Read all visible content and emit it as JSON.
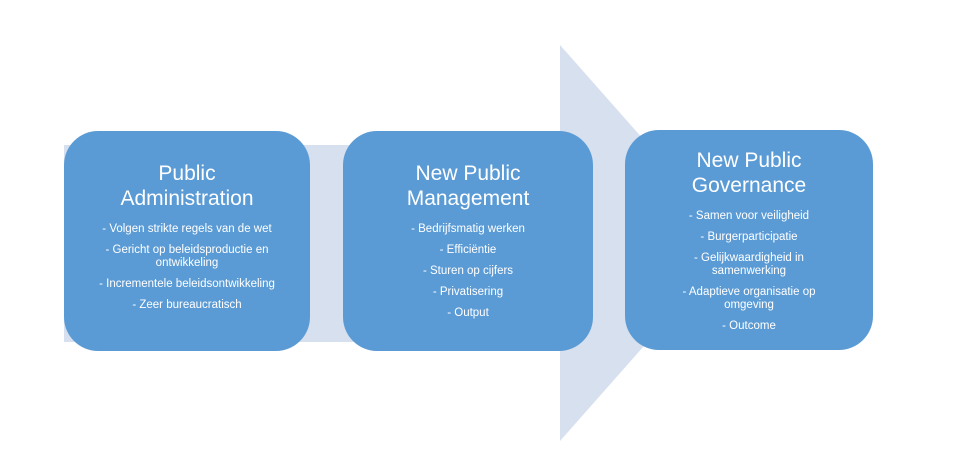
{
  "diagram": {
    "type": "basic-chevron-process",
    "colors": {
      "box": "#5b9bd5",
      "arrow": "#d6e0ef",
      "text": "#ffffff",
      "background": "#ffffff"
    },
    "stages": [
      {
        "title": "Public\nAdministration",
        "items": [
          "- Volgen strikte regels van de wet",
          "- Gericht op beleidsproductie en\nontwikkeling",
          "- Incrementele beleidsontwikkeling",
          "- Zeer bureaucratisch"
        ]
      },
      {
        "title": "New Public\nManagement",
        "items": [
          "- Bedrijfsmatig werken",
          "- Efficiëntie",
          "- Sturen op cijfers",
          "- Privatisering",
          "- Output"
        ]
      },
      {
        "title": "New Public\nGovernance",
        "items": [
          "- Samen voor veiligheid",
          "- Burgerparticipatie",
          "- Gelijkwaardigheid in\nsamenwerking",
          "- Adaptieve organisatie op\nomgeving",
          "- Outcome"
        ]
      }
    ]
  }
}
